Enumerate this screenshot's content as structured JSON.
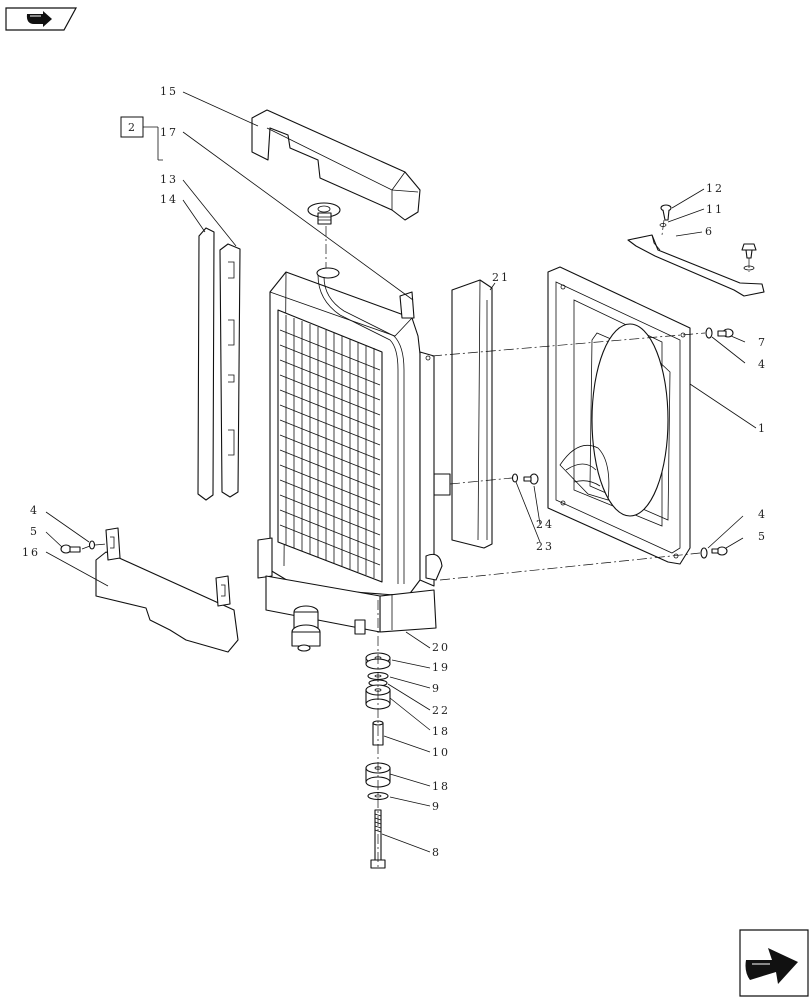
{
  "nav": {
    "back_icon": "back-arrow-icon",
    "next_icon": "next-page-arrow-icon"
  },
  "reference_box": "2",
  "callouts": {
    "c15": "15",
    "c17": "17",
    "c13": "13",
    "c14": "14",
    "c12": "12",
    "c11": "11",
    "c6": "6",
    "c21": "21",
    "c7": "7",
    "c4a": "4",
    "c1": "1",
    "c24": "24",
    "c23": "23",
    "c4b": "4",
    "c5b": "5",
    "c4c": "4",
    "c5c": "5",
    "c16": "16",
    "c20": "20",
    "c19": "19",
    "c9a": "9",
    "c22": "22",
    "c18a": "18",
    "c10": "10",
    "c18b": "18",
    "c9b": "9",
    "c8": "8"
  }
}
